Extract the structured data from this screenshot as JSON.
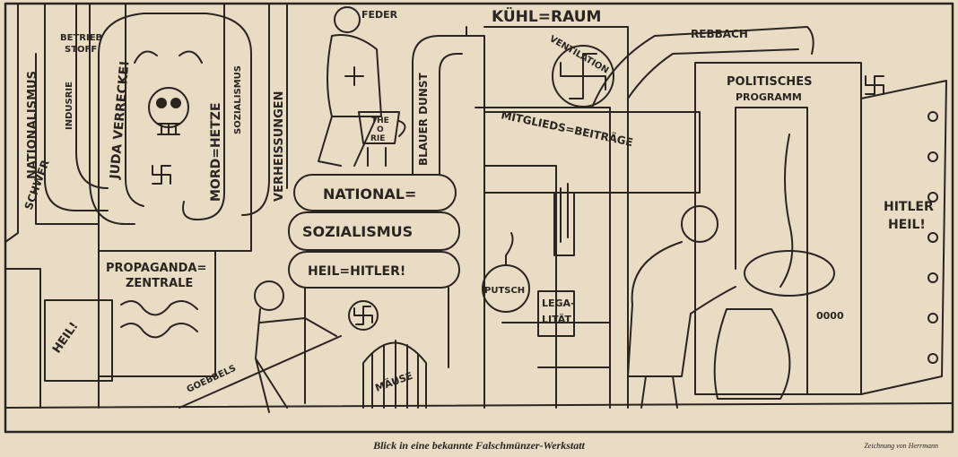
{
  "labels": {
    "schwer": "SCHWER",
    "nationalismus": "NATIONALISMUS",
    "betriebstoff_1": "BETRIEB",
    "betriebstoff_2": "STOFF",
    "indusrie": "INDUSRIE",
    "juda": "JUDA VERRECKE!",
    "mord": "MORD=HETZE",
    "sozialismus_small": "SOZIALISMUS",
    "verheissungen": "VERHEISSUNGEN",
    "feder": "FEDER",
    "theorie_1": "THE",
    "theorie_2": "O",
    "theorie_3": "RIE",
    "national": "NATIONAL=",
    "sozialismus": "SOZIALISMUS",
    "heil_hitler": "HEIL=HITLER!",
    "blauer_dunst": "BLAUER DUNST",
    "kuehlraum": "KÜHL=RAUM",
    "ventilation": "VENTILATION",
    "rebbach": "REBBACH",
    "mitglieds": "MITGLIEDS=BEITRÄGE",
    "politisches_1": "POLITISCHES",
    "politisches_2": "PROGRAMM",
    "hitler_heil_1": "HITLER",
    "hitler_heil_2": "HEIL!",
    "propaganda_1": "PROPAGANDA=",
    "propaganda_2": "ZENTRALE",
    "heil_door": "HEIL!",
    "putsch": "PUTSCH",
    "legalitaet_1": "LEGA-",
    "legalitaet_2": "LITÄT",
    "maeuse": "MÄUSE",
    "goebbels": "GOEBBELS",
    "coins": "0000"
  },
  "caption": "Blick in eine bekannte Falschmünzer-Werkstatt",
  "credit": "Zeichnung von Herrmann"
}
